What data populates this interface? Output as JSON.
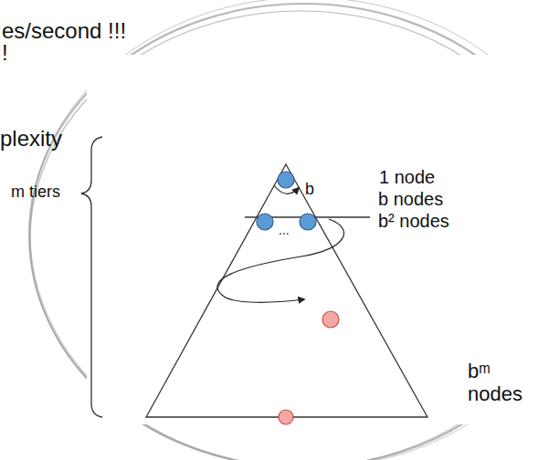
{
  "diagram": {
    "labels": [
      "es/second !!!",
      "!",
      "plexity",
      "m tiers",
      "b",
      "...",
      "1 node",
      "b nodes",
      "b² nodes",
      "bᵐ nodes"
    ]
  }
}
